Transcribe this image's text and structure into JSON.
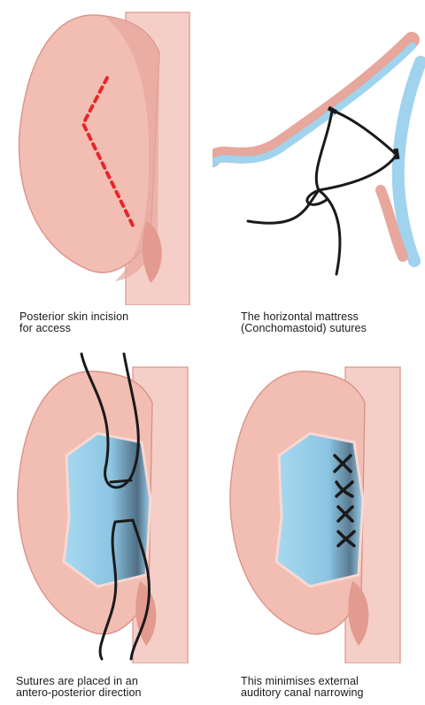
{
  "panels": [
    {
      "caption": [
        "Posterior skin incision",
        "for access"
      ]
    },
    {
      "caption": [
        "The horizontal mattress",
        "(Conchomastoid) sutures"
      ]
    },
    {
      "caption": [
        "Sutures are placed in an",
        "antero-posterior direction"
      ]
    },
    {
      "caption": [
        "This minimises external",
        "auditory canal narrowing"
      ]
    }
  ],
  "colors": {
    "skin": "#f2c4bc",
    "skin_dark": "#e7a79c",
    "skin_outline": "#d99488",
    "cartilage": "#9fd3ee",
    "incision": "#e8262b",
    "suture": "#1a1a1a"
  }
}
